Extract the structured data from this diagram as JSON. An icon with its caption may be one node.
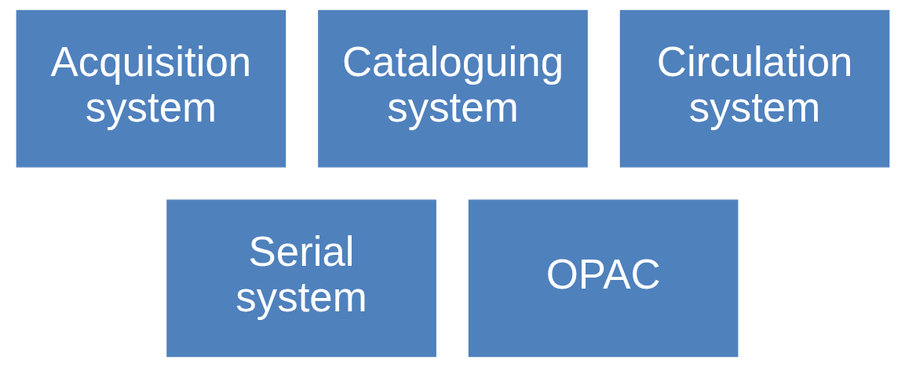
{
  "diagram": {
    "nodes": [
      {
        "text": [
          "Acquisition system"
        ]
      },
      {
        "text": [
          "Cataloguing system"
        ]
      },
      {
        "text": [
          "Circulation system"
        ]
      },
      {
        "text": [
          "Serial system"
        ]
      },
      {
        "text": [
          "OPAC"
        ]
      }
    ]
  }
}
